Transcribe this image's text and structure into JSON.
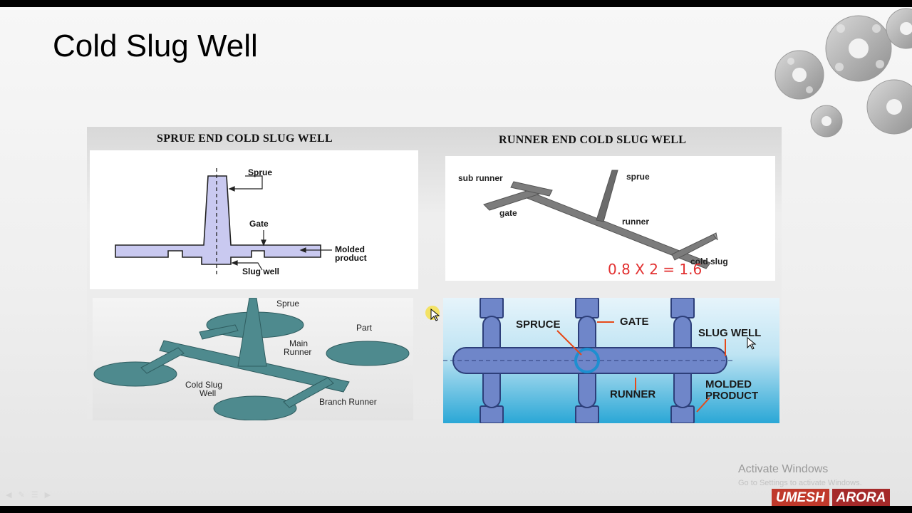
{
  "slide": {
    "title": "Cold Slug Well"
  },
  "panel_left": {
    "heading": "SPRUE END COLD SLUG WELL",
    "top_diagram": {
      "labels": {
        "sprue": "Sprue",
        "gate": "Gate",
        "molded_product": "Molded\nproduct",
        "slug_well": "Slug well"
      }
    },
    "bottom_diagram": {
      "labels": {
        "sprue": "Sprue",
        "part": "Part",
        "main_runner": "Main\nRunner",
        "cold_slug_well": "Cold Slug\nWell",
        "branch_runner": "Branch Runner"
      }
    }
  },
  "panel_right": {
    "heading": "RUNNER END COLD SLUG WELL",
    "top_diagram": {
      "labels": {
        "sub_runner": "sub runner",
        "sprue": "sprue",
        "gate": "gate",
        "runner": "runner",
        "cold_slug": "cold slug"
      },
      "handwritten_note": "0.8 X 2 = 1.6"
    },
    "bottom_diagram": {
      "labels": {
        "spruce": "SPRUCE",
        "gate": "GATE",
        "slug_well": "SLUG WELL",
        "runner": "RUNNER",
        "molded_product": "MOLDED\nPRODUCT"
      }
    }
  },
  "watermark": {
    "line1": "Activate Windows",
    "line2": "Go to Settings to activate Windows."
  },
  "branding": {
    "first": "UMESH",
    "last": "ARORA"
  },
  "colors": {
    "diagram_fill": "#c9c9f0",
    "runner_fill": "#4e8a8e",
    "blue_bg": "#2aa7d6",
    "annotation_red": "#e23030",
    "brand_red": "#c0392b"
  }
}
